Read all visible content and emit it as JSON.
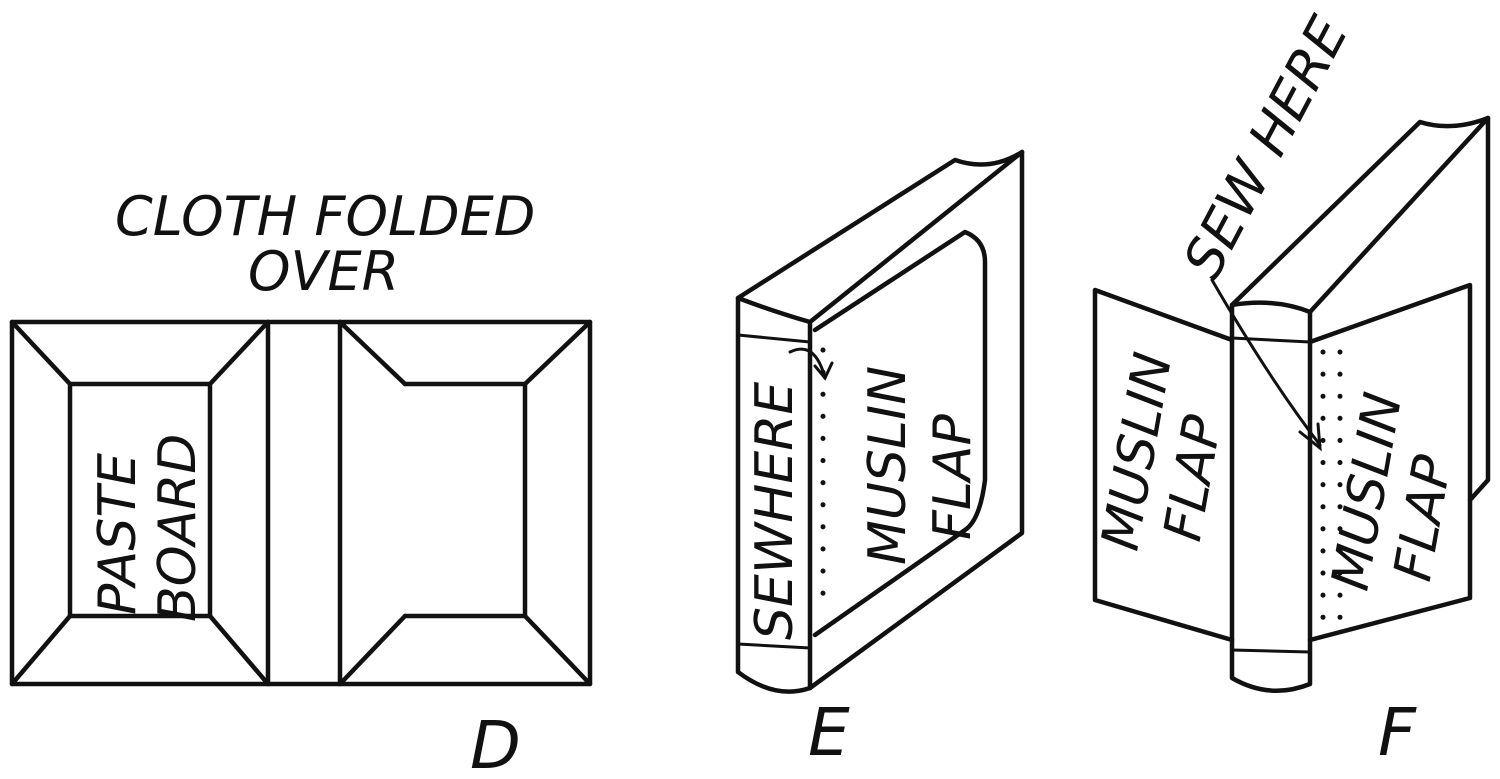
{
  "figure_d": {
    "caption_line1": "CLOTH FOLDED",
    "caption_line2": "OVER",
    "board_label_line1": "PASTE",
    "board_label_line2": "BOARD",
    "letter": "D"
  },
  "figure_e": {
    "spine_label": "SEWHERE",
    "flap_label_line1": "MUSLIN",
    "flap_label_line2": "FLAP",
    "letter": "E"
  },
  "figure_f": {
    "sew_label": "SEW HERE",
    "left_flap_line1": "MUSLIN",
    "left_flap_line2": "FLAP",
    "right_flap_line1": "MUSLIN",
    "right_flap_line2": "FLAP",
    "letter": "F"
  },
  "colors": {
    "ink": "#111111",
    "paper": "#ffffff"
  }
}
